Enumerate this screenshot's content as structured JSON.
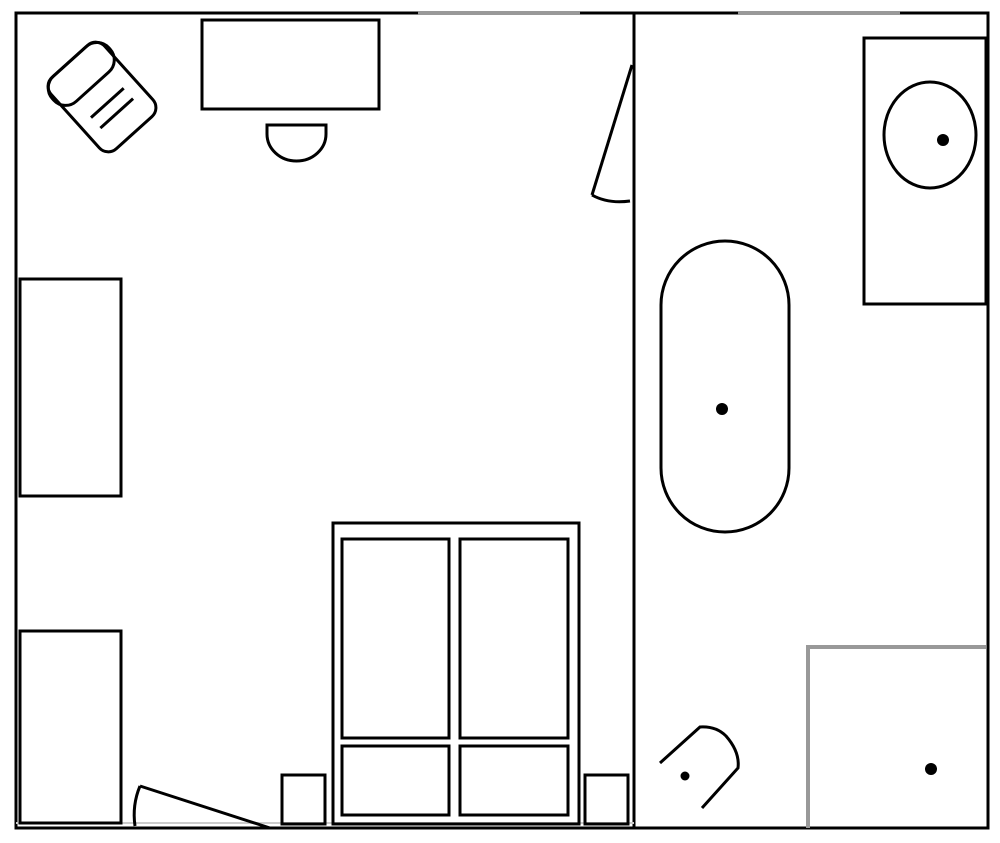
{
  "colors": {
    "line": "#000000",
    "window": "#999999",
    "background": "#ffffff"
  },
  "rooms": [
    "bedroom",
    "bathroom"
  ],
  "furniture": [
    "armchair",
    "desk",
    "desk-chair",
    "door",
    "cabinet",
    "cabinet",
    "double-bed",
    "nightstand",
    "nightstand",
    "vanity-sink",
    "bathtub",
    "toilet",
    "shower"
  ]
}
